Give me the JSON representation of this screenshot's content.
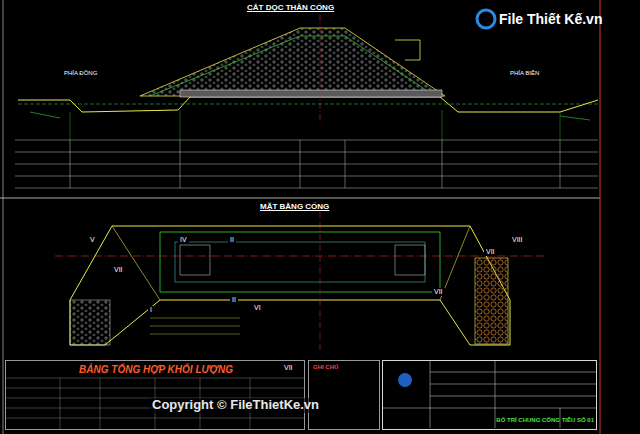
{
  "diagram": {
    "nodes": [
      {
        "text": [
          "BẢNG TỔNG HỢP KHỐI LƯỢNG"
        ]
      },
      {
        "text": [
          "GHI CHÚ"
        ]
      },
      {
        "text": [
          "BỐ TRÍ CHUNG CỐNG TIÊU SỐ 01"
        ]
      },
      {
        "text": [
          "File Thiết Kế.vn"
        ]
      }
    ],
    "labels": [
      "CẮT DỌC THÂN CỐNG",
      "PHÍA ĐỒNG",
      "PHÍA BIỂN",
      "MẶT BẰNG CỐNG",
      "V",
      "IV",
      "II",
      "VII",
      "I",
      "II",
      "VI",
      "VIII",
      "VII",
      "VII",
      "VII",
      "Copyright © FileThietKe.vn"
    ]
  }
}
